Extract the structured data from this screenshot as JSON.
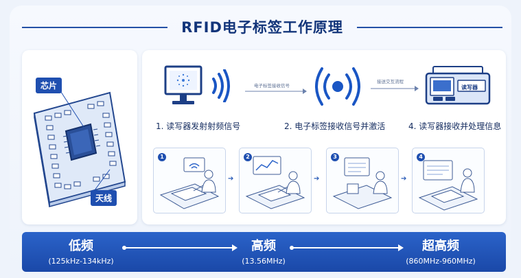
{
  "title": "RFID电子标签工作原理",
  "chip_panel": {
    "chip_label": "芯片",
    "antenna_label": "天线"
  },
  "flow": {
    "steps": [
      {
        "label": "1. 读写器发射射频信号"
      },
      {
        "label": "2. 电子标签接收信号并激活"
      },
      {
        "label": "4. 读写器接收并处理信息"
      }
    ],
    "arrow_labels": [
      "电子标签接收信号",
      "接送交互流程"
    ],
    "reader_screen_text": "读写器"
  },
  "illustrations": [
    {
      "number": "1"
    },
    {
      "number": "2"
    },
    {
      "number": "3"
    },
    {
      "number": "4"
    }
  ],
  "frequency_bar": {
    "bands": [
      {
        "name": "低频",
        "range": "(125kHz-134kHz)"
      },
      {
        "name": "高频",
        "range": "(13.56MHz)"
      },
      {
        "name": "超高频",
        "range": "(860MHz-960MHz)"
      }
    ]
  },
  "colors": {
    "primary": "#1f4fb0",
    "dark_text": "#13357a",
    "bar_top": "#2b63c9",
    "bar_bottom": "#1a48a8"
  }
}
